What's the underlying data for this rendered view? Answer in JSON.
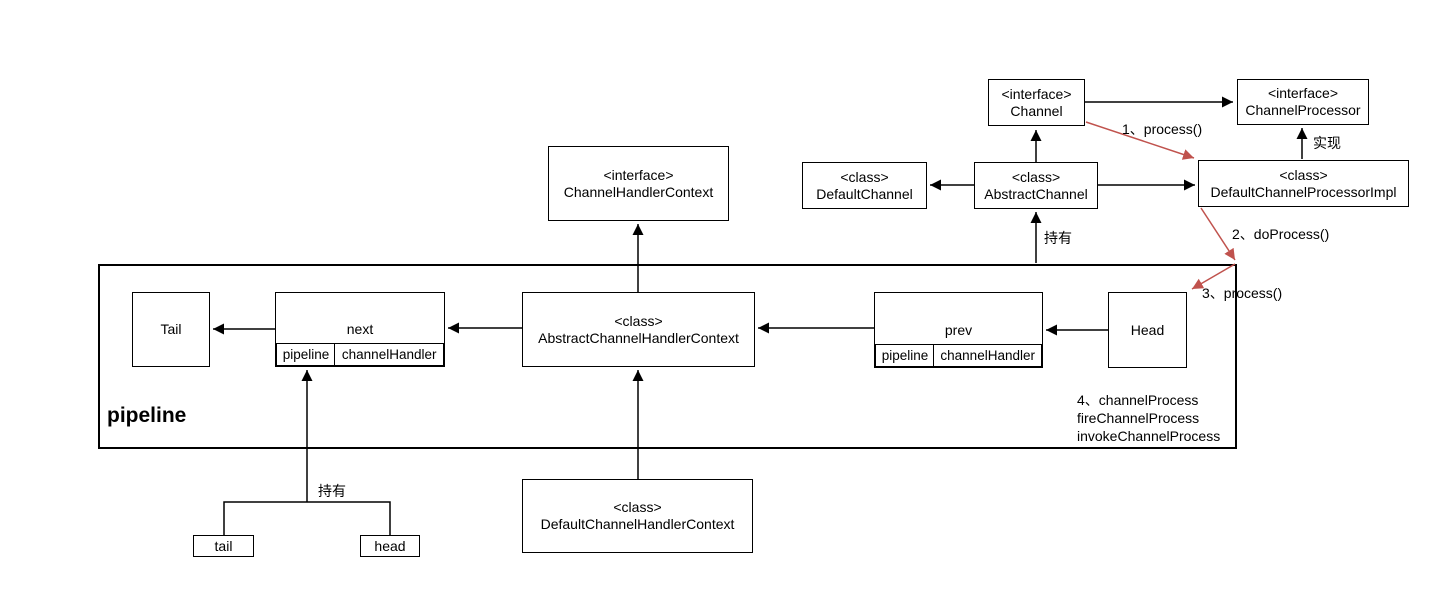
{
  "colors": {
    "stroke": "#000000",
    "red": "#c0524d",
    "background": "#ffffff"
  },
  "nodes": {
    "channel": {
      "stereotype": "<interface>",
      "name": "Channel"
    },
    "channelProcessor": {
      "stereotype": "<interface>",
      "name": "ChannelProcessor"
    },
    "defaultChannel": {
      "stereotype": "<class>",
      "name": "DefaultChannel"
    },
    "abstractChannel": {
      "stereotype": "<class>",
      "name": "AbstractChannel"
    },
    "defaultChannelProcessorImpl": {
      "stereotype": "<class>",
      "name": "DefaultChannelProcessorImpl"
    },
    "channelHandlerContext": {
      "stereotype": "<interface>",
      "name": "ChannelHandlerContext"
    },
    "abstractChannelHandlerContext": {
      "stereotype": "<class>",
      "name": "AbstractChannelHandlerContext"
    },
    "defaultChannelHandlerContext": {
      "stereotype": "<class>",
      "name": "DefaultChannelHandlerContext"
    },
    "tail": {
      "name": "Tail"
    },
    "next": {
      "name": "next",
      "fields": [
        "pipeline",
        "channelHandler"
      ]
    },
    "prev": {
      "name": "prev",
      "fields": [
        "pipeline",
        "channelHandler"
      ]
    },
    "head": {
      "name": "Head"
    },
    "tailRef": {
      "name": "tail"
    },
    "headRef": {
      "name": "head"
    }
  },
  "pipelineContainer": {
    "label": "pipeline"
  },
  "edgeLabels": {
    "step1": "1、process()",
    "step2": "2、doProcess()",
    "step3": "3、process()",
    "step4": [
      "4、channelProcess",
      "fireChannelProcess",
      "invokeChannelProcess"
    ],
    "implements": "实现",
    "holdsTop": "持有",
    "holdsBottom": "持有"
  }
}
